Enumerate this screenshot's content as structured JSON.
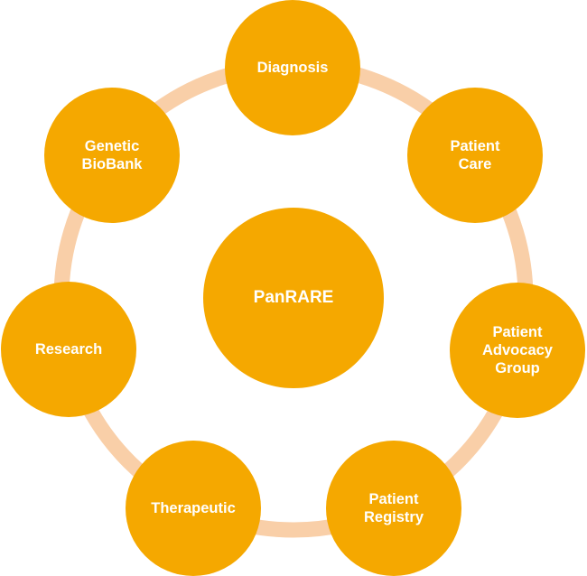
{
  "colors": {
    "node_fill": "#F5A800",
    "ring": "#F9CFA8",
    "text": "#FFFFFF"
  },
  "center": {
    "label": "PanRARE"
  },
  "nodes": [
    {
      "id": "diagnosis",
      "label": "Diagnosis"
    },
    {
      "id": "patient-care",
      "label": "Patient\nCare"
    },
    {
      "id": "patient-advocacy-group",
      "label": "Patient\nAdvocacy\nGroup"
    },
    {
      "id": "patient-registry",
      "label": "Patient\nRegistry"
    },
    {
      "id": "therapeutic",
      "label": "Therapeutic"
    },
    {
      "id": "research",
      "label": "Research"
    },
    {
      "id": "genetic-biobank",
      "label": "Genetic\nBioBank"
    }
  ]
}
